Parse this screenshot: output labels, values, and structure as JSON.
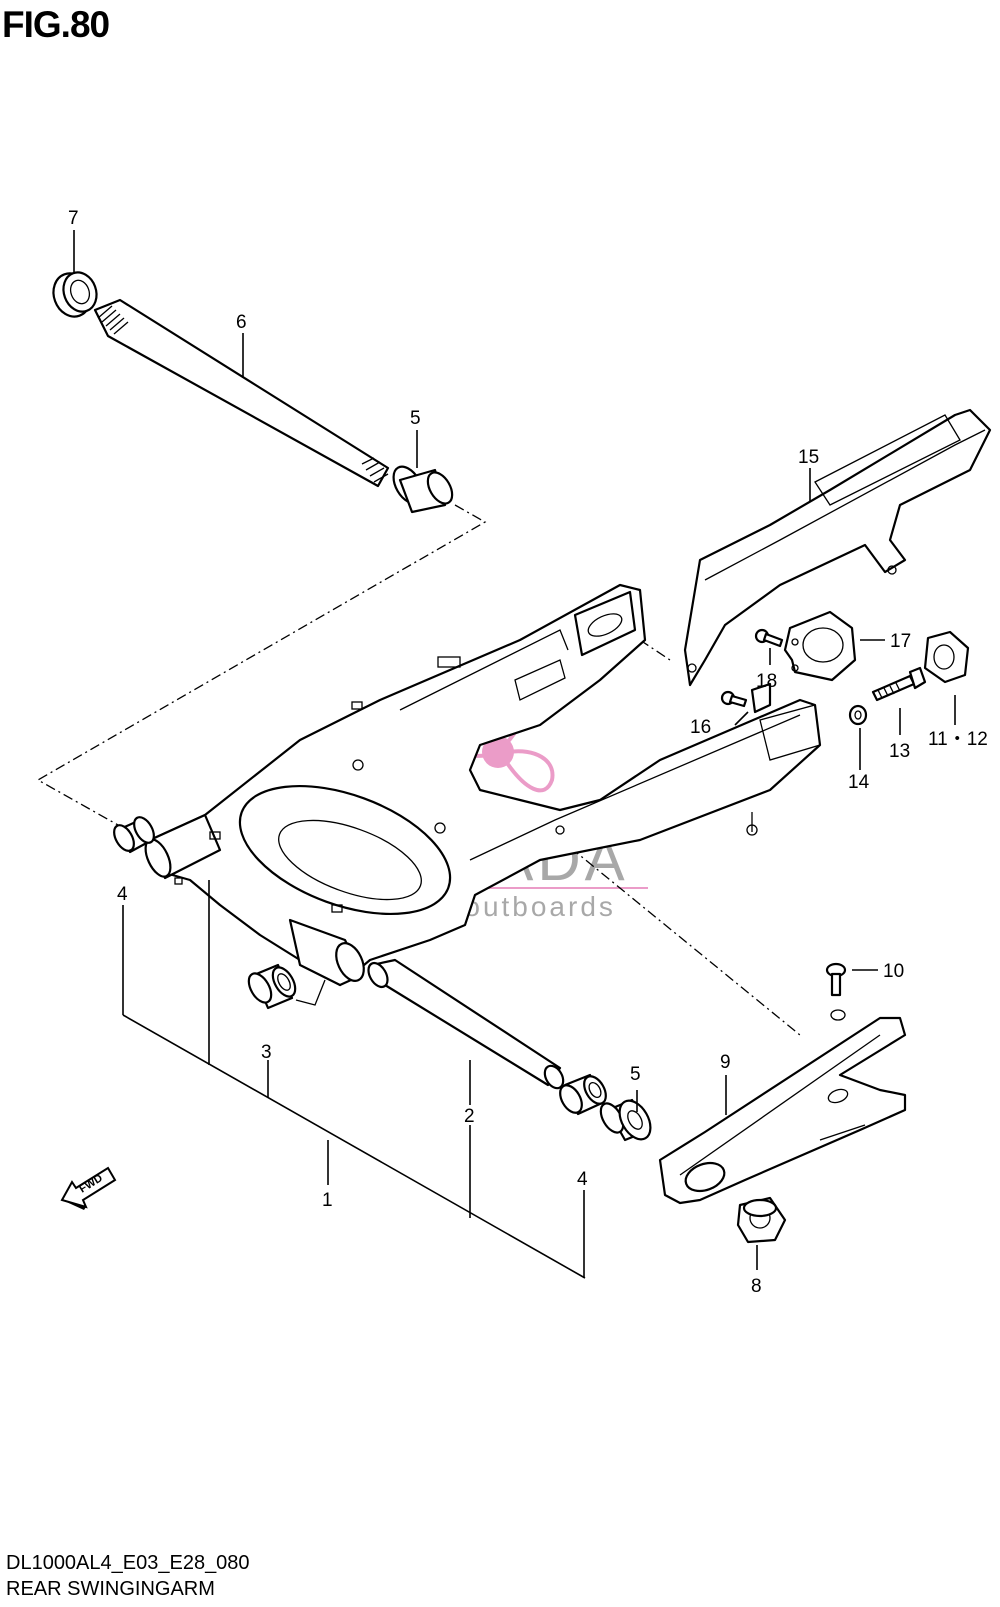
{
  "figure_title": "FIG.80",
  "footer": {
    "code": "DL1000AL4_E03_E28_080",
    "name": "REAR SWINGINGARM"
  },
  "watermark": {
    "brand": "ARMADA",
    "tagline": "marine outboards",
    "accent_color": "#e88bbf",
    "brand_color": "#9a9a9a"
  },
  "fwd_label": "FWD",
  "callouts": [
    {
      "id": "c7",
      "label": "7"
    },
    {
      "id": "c6",
      "label": "6"
    },
    {
      "id": "c5a",
      "label": "5"
    },
    {
      "id": "c15",
      "label": "15"
    },
    {
      "id": "c17",
      "label": "17"
    },
    {
      "id": "c18",
      "label": "18"
    },
    {
      "id": "c1112",
      "label": "11・12"
    },
    {
      "id": "c16",
      "label": "16"
    },
    {
      "id": "c13",
      "label": "13"
    },
    {
      "id": "c14",
      "label": "14"
    },
    {
      "id": "c4a",
      "label": "4"
    },
    {
      "id": "c10",
      "label": "10"
    },
    {
      "id": "c3",
      "label": "3"
    },
    {
      "id": "c9",
      "label": "9"
    },
    {
      "id": "c5b",
      "label": "5"
    },
    {
      "id": "c2",
      "label": "2"
    },
    {
      "id": "c4b",
      "label": "4"
    },
    {
      "id": "c1",
      "label": "1"
    },
    {
      "id": "c8",
      "label": "8"
    }
  ]
}
